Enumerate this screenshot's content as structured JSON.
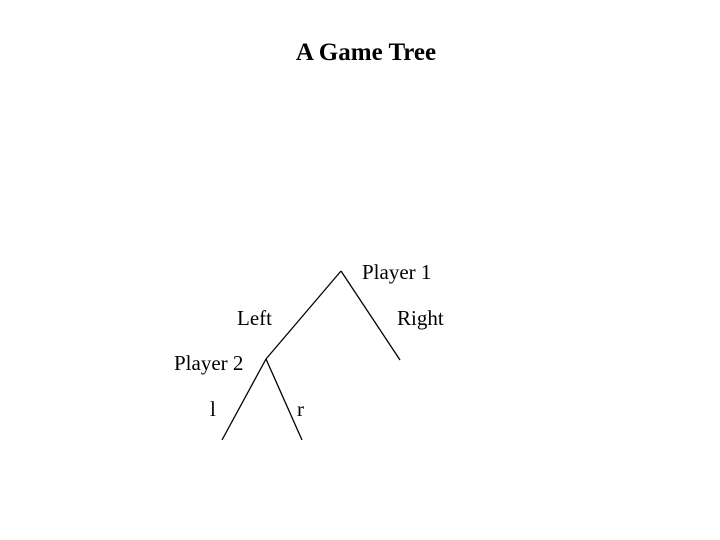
{
  "title": "A Game Tree",
  "tree": {
    "root_label": "Player 1",
    "root_branches": {
      "left": "Left",
      "right": "Right"
    },
    "left_node_label": "Player 2",
    "left_node_branches": {
      "left": "l",
      "right": "r"
    }
  },
  "colors": {
    "background": "#ffffff",
    "ink": "#000000"
  }
}
